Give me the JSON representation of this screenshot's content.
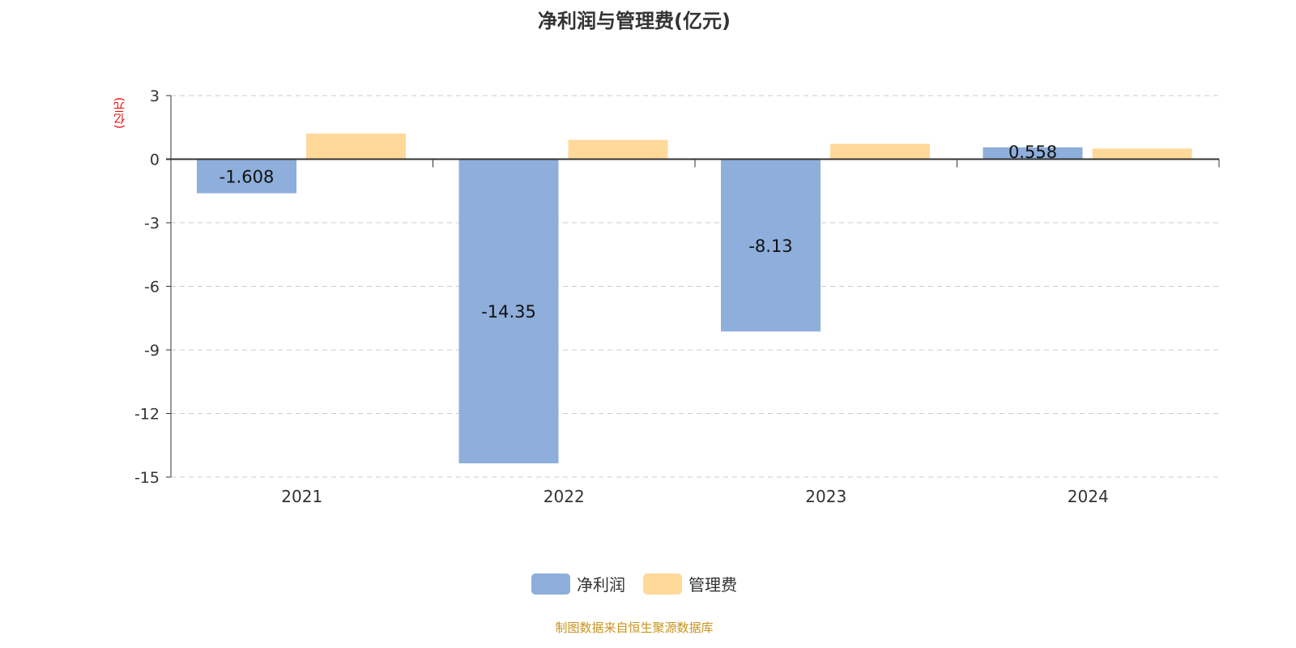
{
  "chart_data": {
    "type": "bar",
    "title": "净利润与管理费(亿元)",
    "ylabel": "(亿元)",
    "categories": [
      "2021",
      "2022",
      "2023",
      "2024"
    ],
    "series": [
      {
        "name": "净利润",
        "values": [
          -1.608,
          -14.35,
          -8.13,
          0.558
        ],
        "labels": [
          "-1.608",
          "-14.35",
          "-8.13",
          "0.558"
        ],
        "color": "#8eaedb"
      },
      {
        "name": "管理费",
        "values": [
          1.21,
          0.91,
          0.72,
          0.5
        ],
        "color": "#ffd99a"
      }
    ],
    "ylim": [
      -15,
      3
    ],
    "yticks": [
      3,
      0,
      -3,
      -6,
      -9,
      -12,
      -15
    ],
    "grid": true,
    "legend": "bottom"
  },
  "source": "制图数据来自恒生聚源数据库"
}
